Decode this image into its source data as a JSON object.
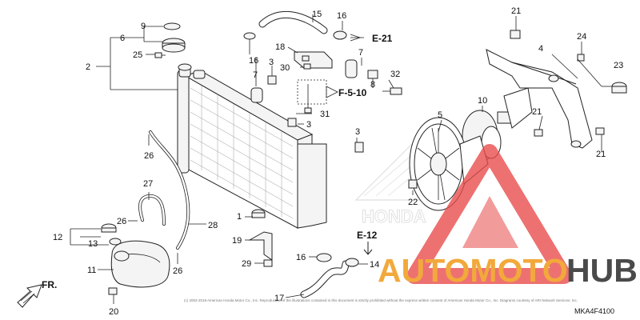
{
  "callouts": {
    "c9": "9",
    "c6": "6",
    "c25": "25",
    "c2": "2",
    "c15": "15",
    "c16a": "16",
    "c16b": "16",
    "c18": "18",
    "c3a": "3",
    "c30": "30",
    "c7a": "7",
    "c7b": "7",
    "c8": "8",
    "c32": "32",
    "c31": "31",
    "c3b": "3",
    "c26a": "26",
    "c27": "27",
    "c26b": "26",
    "c12": "12",
    "c13": "13",
    "c11": "11",
    "c20": "20",
    "c26c": "26",
    "c28": "28",
    "c1": "1",
    "c19": "19",
    "c29": "29",
    "c16c": "16",
    "c17": "17",
    "c14": "14",
    "c3c": "3",
    "c5": "5",
    "c10": "10",
    "c22": "22",
    "c21a": "21",
    "c24": "24",
    "c4": "4",
    "c23": "23",
    "c21b": "21",
    "c21c": "21"
  },
  "references": {
    "e21": "E-21",
    "f510": "F-5-10",
    "e12": "E-12"
  },
  "front_label": "FR.",
  "diagram_code": "MKA4F4100",
  "copyright": "(c) 2002-2018 American Honda Motor Co., Inc. Reproduction of the illustrations contained in this document is strictly prohibited without the express written consent of American Honda Motor Co., Inc. Diagrams courtesy of ARI Network Services, Inc.",
  "background_logo": "HONDA",
  "watermark": {
    "text_part1": "AUTOMOTO",
    "text_part2": "HUB",
    "color_primary": "#f2a93b",
    "color_secondary": "#4a4a4a",
    "triangle_color": "#e84a4a"
  }
}
